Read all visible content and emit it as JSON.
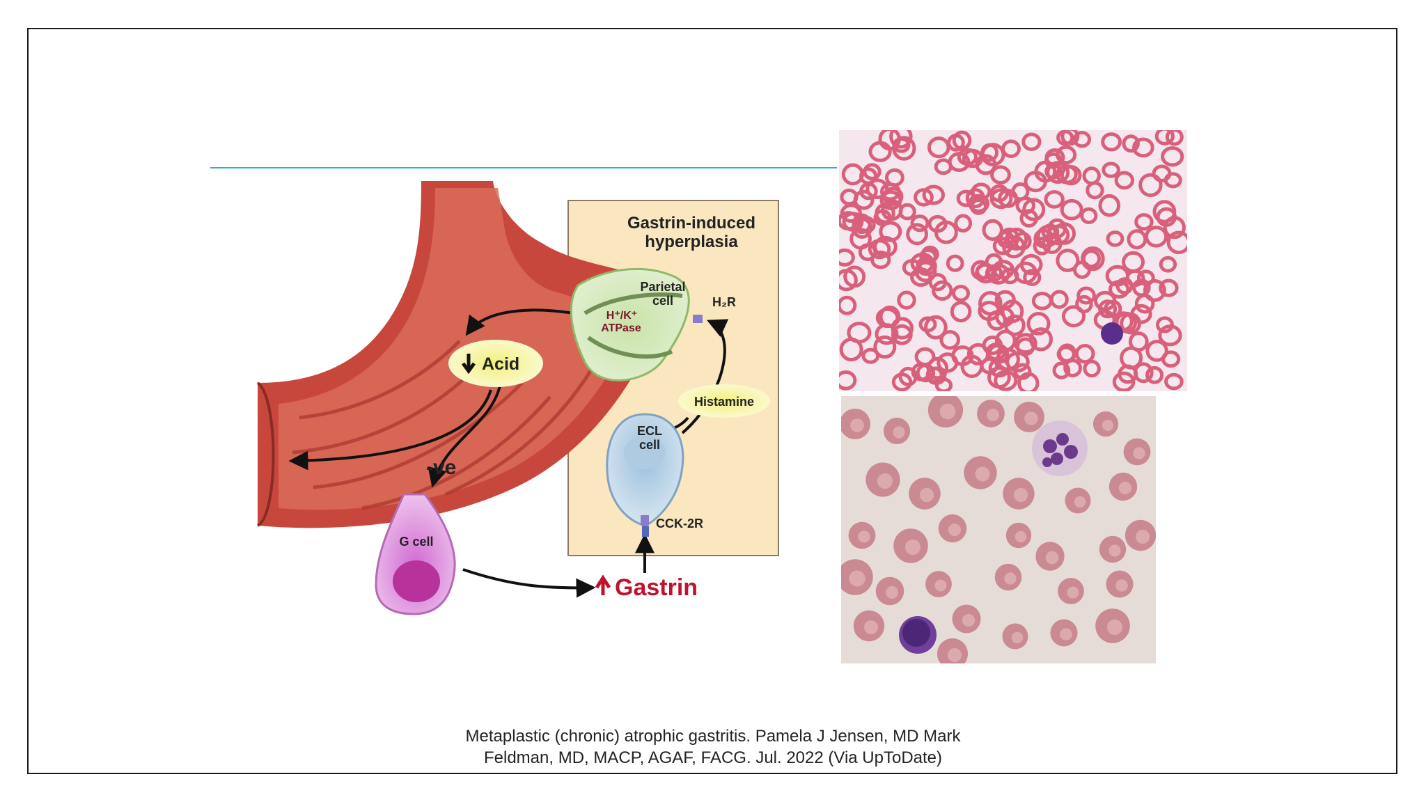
{
  "diagram": {
    "box_title_line1": "Gastrin-induced",
    "box_title_line2": "hyperplasia",
    "parietal_line1": "Parietal",
    "parietal_line2": "cell",
    "pump_line1": "H⁺/K⁺",
    "pump_line2": "ATPase",
    "h2r_label": "H₂R",
    "acid_label": "Acid",
    "histamine_label": "Histamine",
    "ecl_line1": "ECL",
    "ecl_line2": "cell",
    "neg_label": "-ve",
    "gcell_label": "G cell",
    "cck_label": "CCK-2R",
    "gastrin_label": "Gastrin"
  },
  "caption": {
    "line1": "Metaplastic (chronic) atrophic gastritis. Pamela J Jensen, MD Mark",
    "line2": "Feldman, MD, MACP, AGAF, FACG. Jul. 2022 (Via UpToDate)"
  },
  "colors": {
    "accent_rule": "#3aa7dc",
    "stomach": "#c8473d",
    "gastrin_red": "#c0122e",
    "box_fill": "#fae7c0"
  }
}
